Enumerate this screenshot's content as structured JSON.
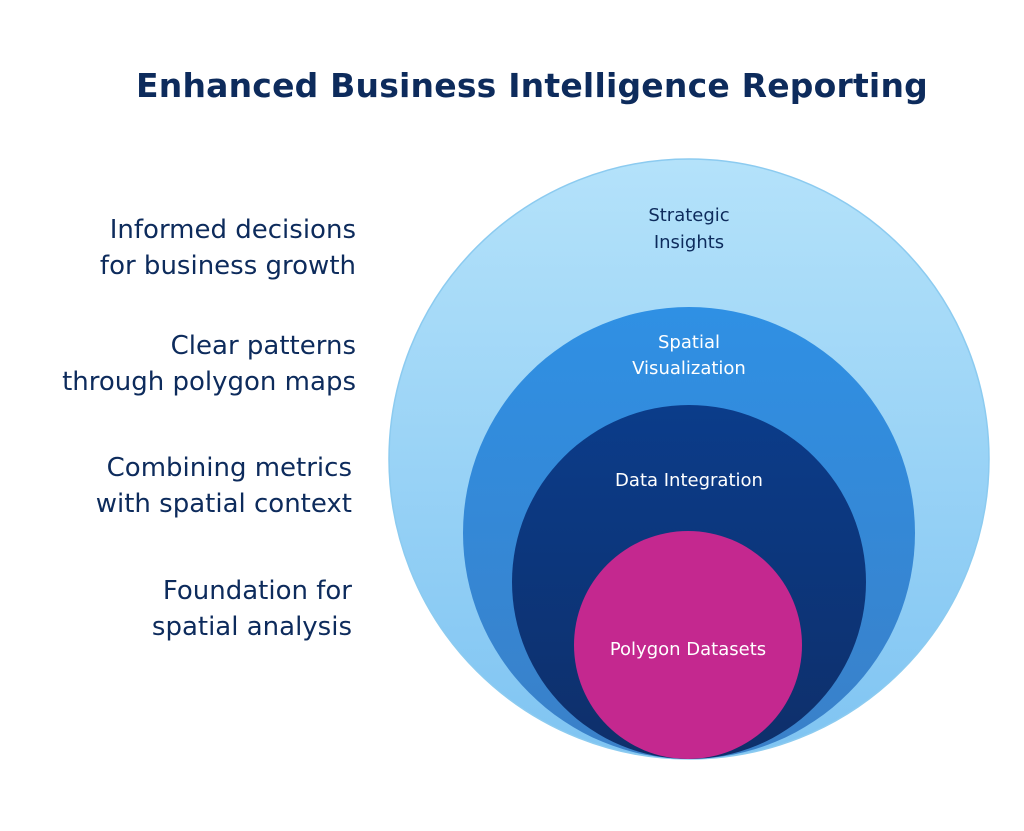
{
  "title": "Enhanced Business Intelligence Reporting",
  "colors": {
    "title": "#0d2b5c",
    "outer_ring": "#a9dcf8",
    "second_ring": "#2e8fe0",
    "third_ring": "#0b3a86",
    "core": "#c4288f"
  },
  "left_labels": [
    {
      "line1": "Informed decisions",
      "line2": "for business growth"
    },
    {
      "line1": "Clear patterns",
      "line2": "through polygon maps"
    },
    {
      "line1": "Combining metrics",
      "line2": "with spatial context"
    },
    {
      "line1": "Foundation for",
      "line2": "spatial analysis"
    }
  ],
  "rings": [
    {
      "line1": "Strategic",
      "line2": "Insights"
    },
    {
      "line1": "Spatial",
      "line2": "Visualization"
    },
    {
      "line1": "Data Integration",
      "line2": ""
    },
    {
      "line1": "Polygon Datasets",
      "line2": ""
    }
  ]
}
